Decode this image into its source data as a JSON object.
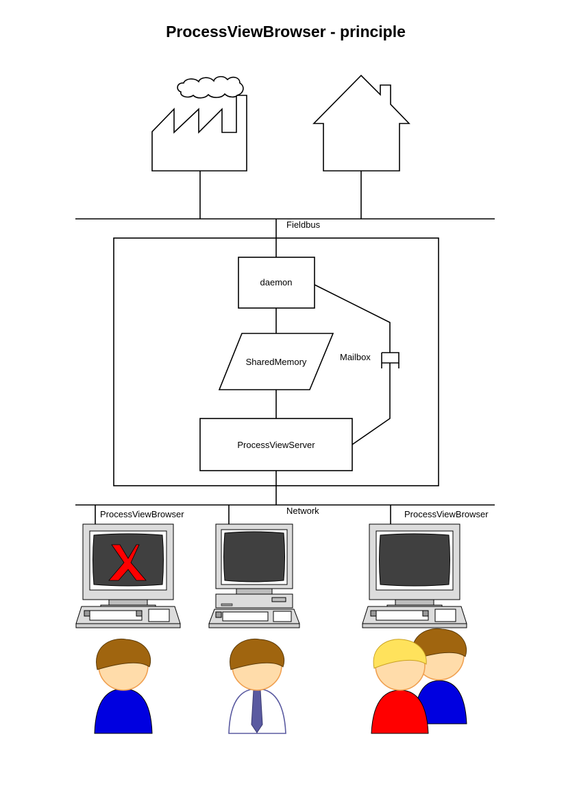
{
  "title": "ProcessViewBrowser - principle",
  "labels": {
    "fieldbus": "Fieldbus",
    "daemon": "daemon",
    "shared_memory": "SharedMemory",
    "mailbox": "Mailbox",
    "server": "ProcessViewServer",
    "network": "Network",
    "browser_left": "ProcessViewBrowser",
    "browser_right": "ProcessViewBrowser"
  },
  "icons": {
    "factory": "factory-icon",
    "house": "house-icon",
    "computer": "computer-icon",
    "person": "person-icon"
  },
  "colors": {
    "screen": "#404040",
    "monitor_frame": "#dcdcdc",
    "x_logo": "#ff0000",
    "hair": "#a0650f",
    "blond_hair": "#ffe25c",
    "skin": "#ffdcaa",
    "shirt_blue": "#0000e0",
    "shirt_red": "#ff0000",
    "tie": "#5a5aa0"
  }
}
